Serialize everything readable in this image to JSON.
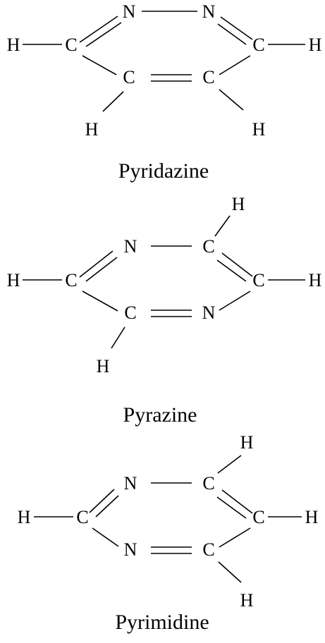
{
  "colors": {
    "ink": "#000000",
    "background": "#ffffff"
  },
  "structures": [
    {
      "name": "Pyridazine",
      "atoms": [
        "N",
        "N",
        "H",
        "C",
        "C",
        "H",
        "C",
        "C",
        "H",
        "H"
      ],
      "bonds": [
        [
          "H",
          "C"
        ],
        [
          "C",
          "N"
        ],
        [
          "C",
          "N"
        ],
        [
          "N",
          "N"
        ],
        [
          "N",
          "C"
        ],
        [
          "N",
          "C"
        ],
        [
          "C",
          "H"
        ],
        [
          "C",
          "C"
        ],
        [
          "C",
          "C"
        ],
        [
          "C",
          "C"
        ],
        [
          "C",
          "C"
        ],
        [
          "C",
          "H"
        ],
        [
          "C",
          "H"
        ]
      ]
    },
    {
      "name": "Pyrazine",
      "atoms": [
        "H",
        "N",
        "C",
        "H",
        "C",
        "C",
        "H",
        "C",
        "N",
        "H"
      ],
      "bonds": [
        [
          "C",
          "H"
        ],
        [
          "H",
          "C"
        ],
        [
          "C",
          "N"
        ],
        [
          "C",
          "N"
        ],
        [
          "N",
          "C"
        ],
        [
          "C",
          "C"
        ],
        [
          "C",
          "C"
        ],
        [
          "C",
          "H"
        ],
        [
          "C",
          "C"
        ],
        [
          "C",
          "N"
        ],
        [
          "C",
          "N"
        ],
        [
          "N",
          "C"
        ],
        [
          "C",
          "H"
        ]
      ]
    },
    {
      "name": "Pyrimidine",
      "atoms": [
        "H",
        "N",
        "C",
        "H",
        "C",
        "C",
        "H",
        "N",
        "C",
        "H"
      ],
      "bonds": [
        [
          "C",
          "H"
        ],
        [
          "H",
          "C"
        ],
        [
          "C",
          "N"
        ],
        [
          "C",
          "N"
        ],
        [
          "N",
          "C"
        ],
        [
          "C",
          "C"
        ],
        [
          "C",
          "C"
        ],
        [
          "C",
          "H"
        ],
        [
          "C",
          "N"
        ],
        [
          "N",
          "C"
        ],
        [
          "N",
          "C"
        ],
        [
          "C",
          "C"
        ],
        [
          "C",
          "H"
        ]
      ]
    }
  ]
}
